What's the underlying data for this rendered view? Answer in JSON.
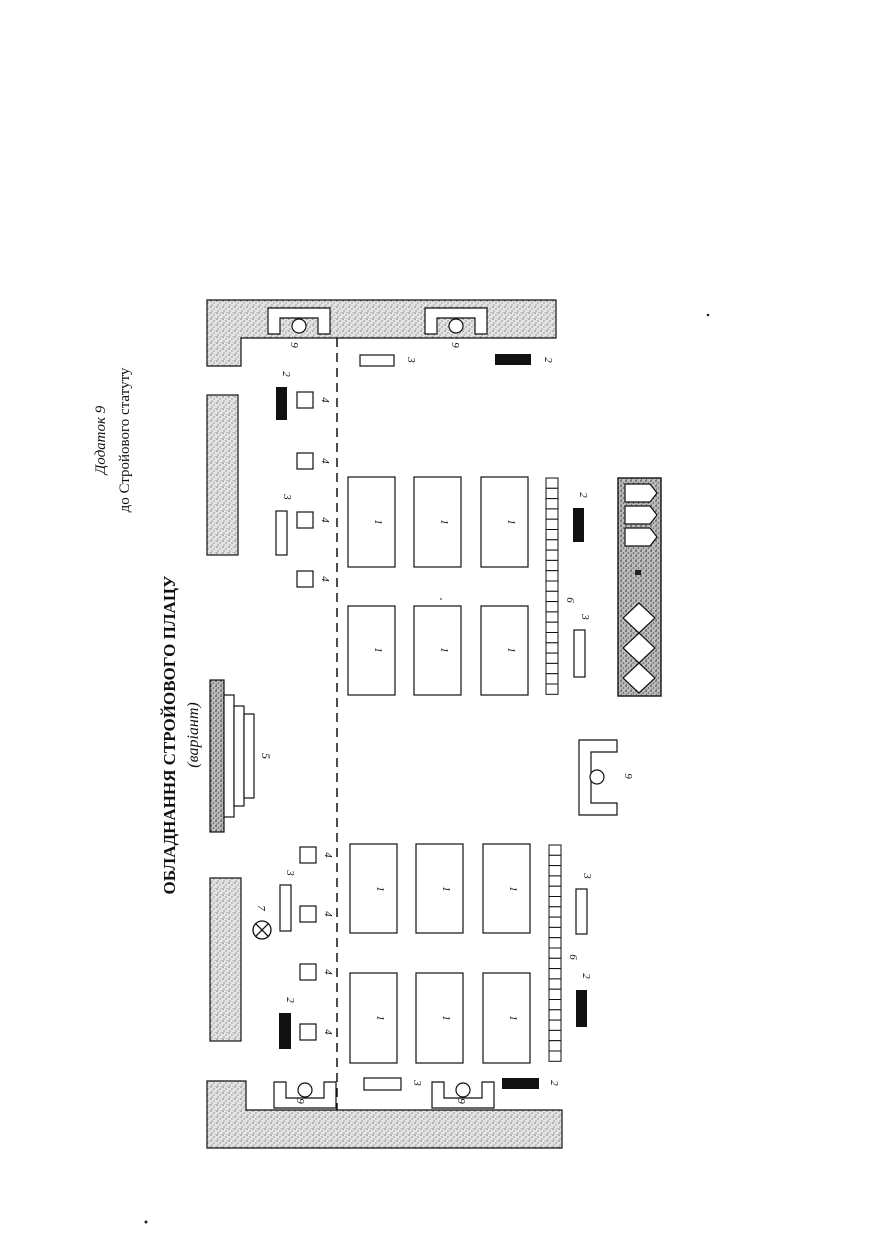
{
  "header": {
    "appendix": "Додаток 9",
    "appendix_of": "до Стройового статуту"
  },
  "title": {
    "main": "ОБЛАДНАННЯ СТРОЙОВОГО ПЛАЦУ",
    "sub": "(варіант)"
  },
  "labels": {
    "l1": "1",
    "l2": "2",
    "l3": "3",
    "l4": "4",
    "l5": "5",
    "l6": "6",
    "l7": "7",
    "l9": "9"
  },
  "colors": {
    "ink": "#111111",
    "hatch": "#9a9a9a",
    "paper": "#ffffff"
  }
}
